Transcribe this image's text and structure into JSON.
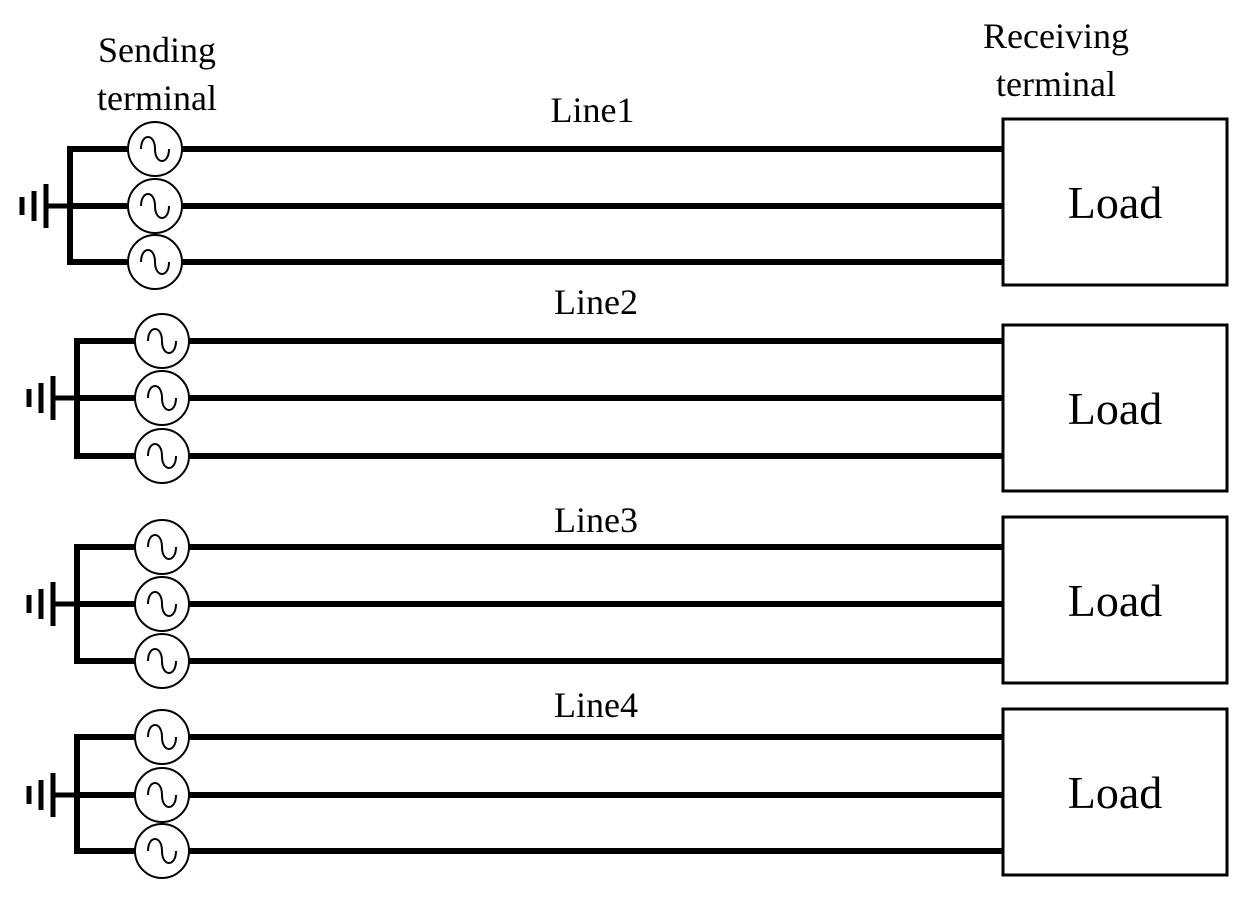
{
  "headers": {
    "sending": [
      "Sending",
      "terminal"
    ],
    "receiving": [
      "Receiving",
      "terminal"
    ]
  },
  "lines": [
    {
      "label": "Line1",
      "load_label": "Load"
    },
    {
      "label": "Line2",
      "load_label": "Load"
    },
    {
      "label": "Line3",
      "load_label": "Load"
    },
    {
      "label": "Line4",
      "load_label": "Load"
    }
  ],
  "phases_per_line": 3,
  "icons": {
    "source": "ac-source-icon",
    "ground": "ground-icon"
  },
  "colors": {
    "stroke": "#000000",
    "background": "#ffffff"
  }
}
